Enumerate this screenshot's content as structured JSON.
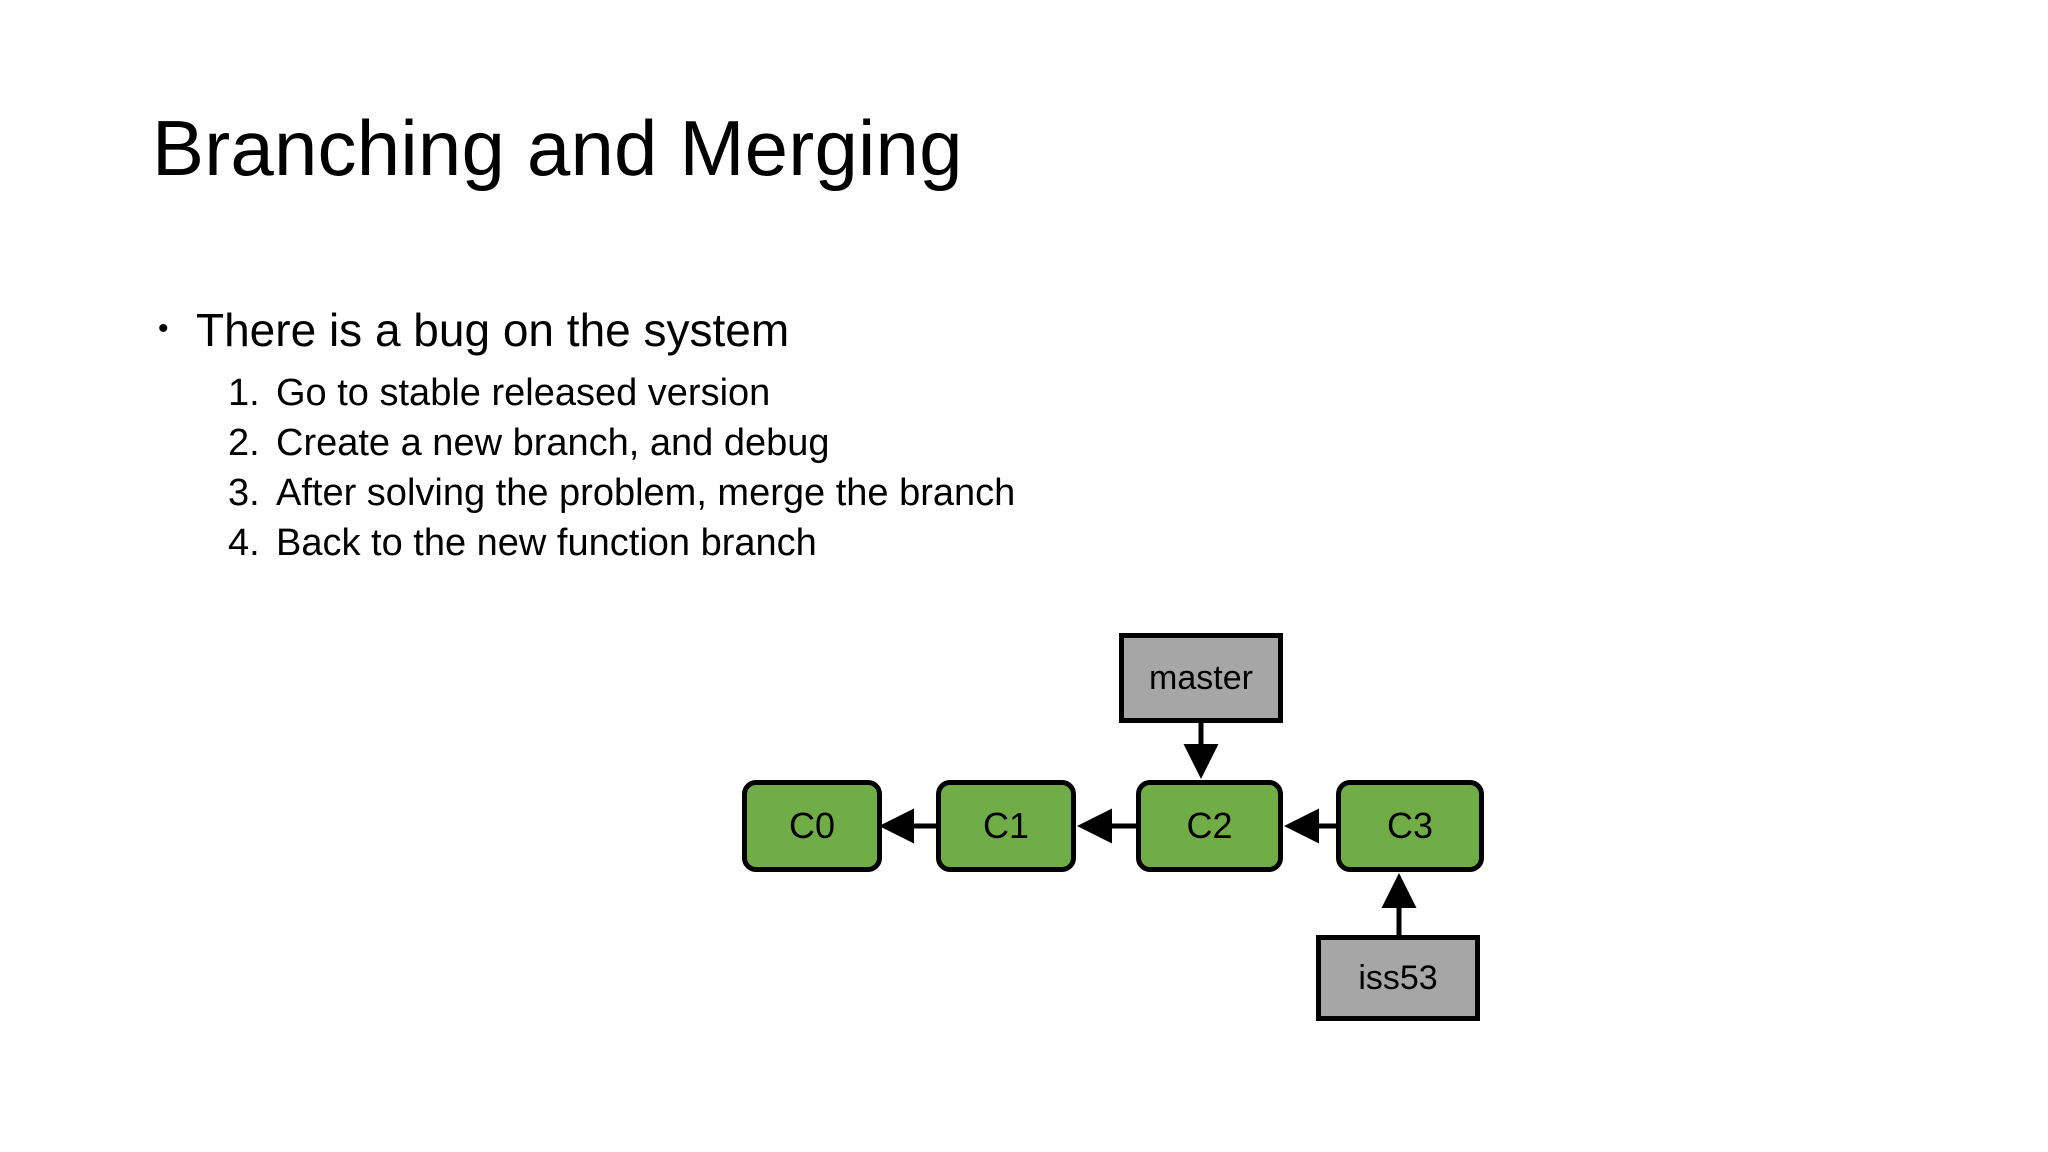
{
  "slide": {
    "title": "Branching and Merging",
    "bullet": {
      "glyph": "•",
      "text": "There is a bug on the system"
    },
    "steps": [
      {
        "marker": "1.",
        "text": "Go to stable released version"
      },
      {
        "marker": "2.",
        "text": "Create a new branch, and debug"
      },
      {
        "marker": "3.",
        "text": "After solving the problem, merge the branch"
      },
      {
        "marker": "4.",
        "text": "Back to the new function branch"
      }
    ]
  },
  "diagram": {
    "commits": [
      {
        "id": "c0",
        "label": "C0"
      },
      {
        "id": "c1",
        "label": "C1"
      },
      {
        "id": "c2",
        "label": "C2"
      },
      {
        "id": "c3",
        "label": "C3"
      }
    ],
    "branch_labels": [
      {
        "id": "master",
        "label": "master"
      },
      {
        "id": "iss53",
        "label": "iss53"
      }
    ],
    "colors": {
      "commit_fill": "#70AD47",
      "label_fill": "#A6A6A6",
      "stroke": "#000000",
      "background": "#FFFFFF"
    }
  }
}
